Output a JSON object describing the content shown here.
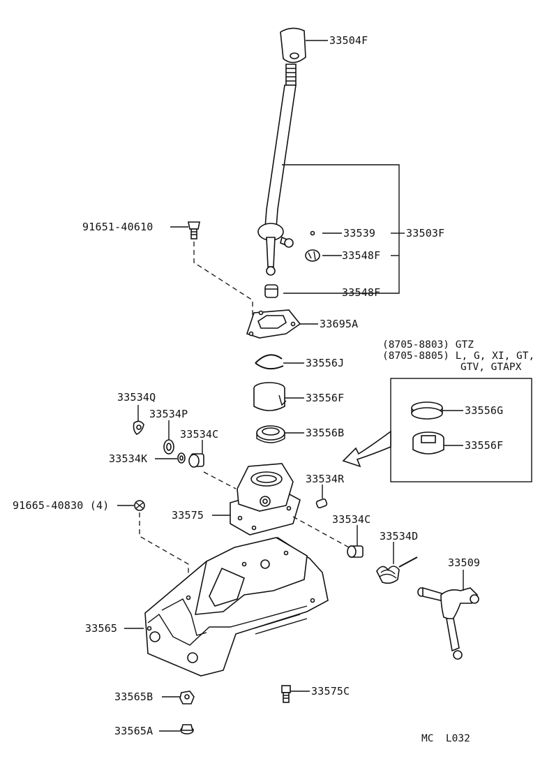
{
  "labels": {
    "p33504F": "33504F",
    "p33503F": "33503F",
    "p33539": "33539",
    "p33548F_a": "33548F",
    "p33548F_b": "33548F",
    "p91651": "91651-40610",
    "p33695A": "33695A",
    "p33556J": "33556J",
    "p33556F": "33556F",
    "p33556B": "33556B",
    "p33556G": "33556G",
    "p33556F_inset": "33556F",
    "p33534Q": "33534Q",
    "p33534P": "33534P",
    "p33534C_a": "33534C",
    "p33534K": "33534K",
    "p33534R": "33534R",
    "p91665": "91665-40830 (4)",
    "p33575": "33575",
    "p33534C_b": "33534C",
    "p33534D": "33534D",
    "p33509": "33509",
    "p33565": "33565",
    "p33565B": "33565B",
    "p33575C": "33575C",
    "p33565A": "33565A"
  },
  "notes": {
    "line1": "(8705-8803) GTZ",
    "line2": "(8705-8805) L, G, XI, GT,",
    "line3": "GTV, GTAPX"
  },
  "footer": {
    "code": "MC  L032"
  }
}
